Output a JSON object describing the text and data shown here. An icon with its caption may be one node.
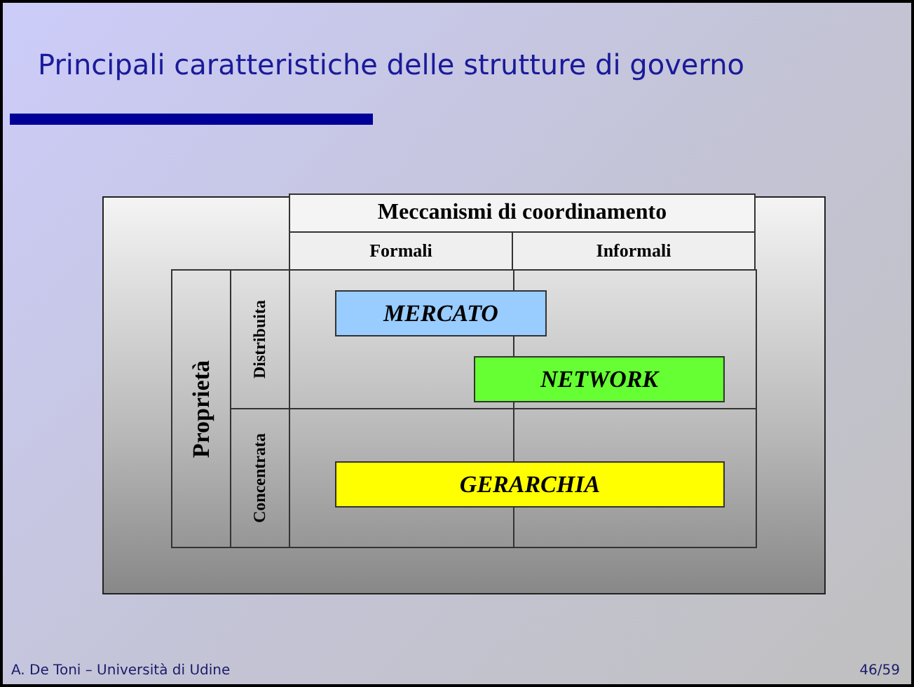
{
  "diagram": {
    "title": "Principali caratteristiche delle strutture di governo",
    "nodes": [
      {
        "text": [
          "MERCATO"
        ]
      },
      {
        "text": [
          "NETWORK"
        ]
      },
      {
        "text": [
          "GERARCHIA"
        ]
      }
    ],
    "labels": [
      "Meccanismi di coordinamento",
      "Formali",
      "Informali",
      "Proprietà",
      "Distribuita",
      "Concentrata",
      "A. De Toni – Università di Udine",
      "46/59"
    ]
  }
}
